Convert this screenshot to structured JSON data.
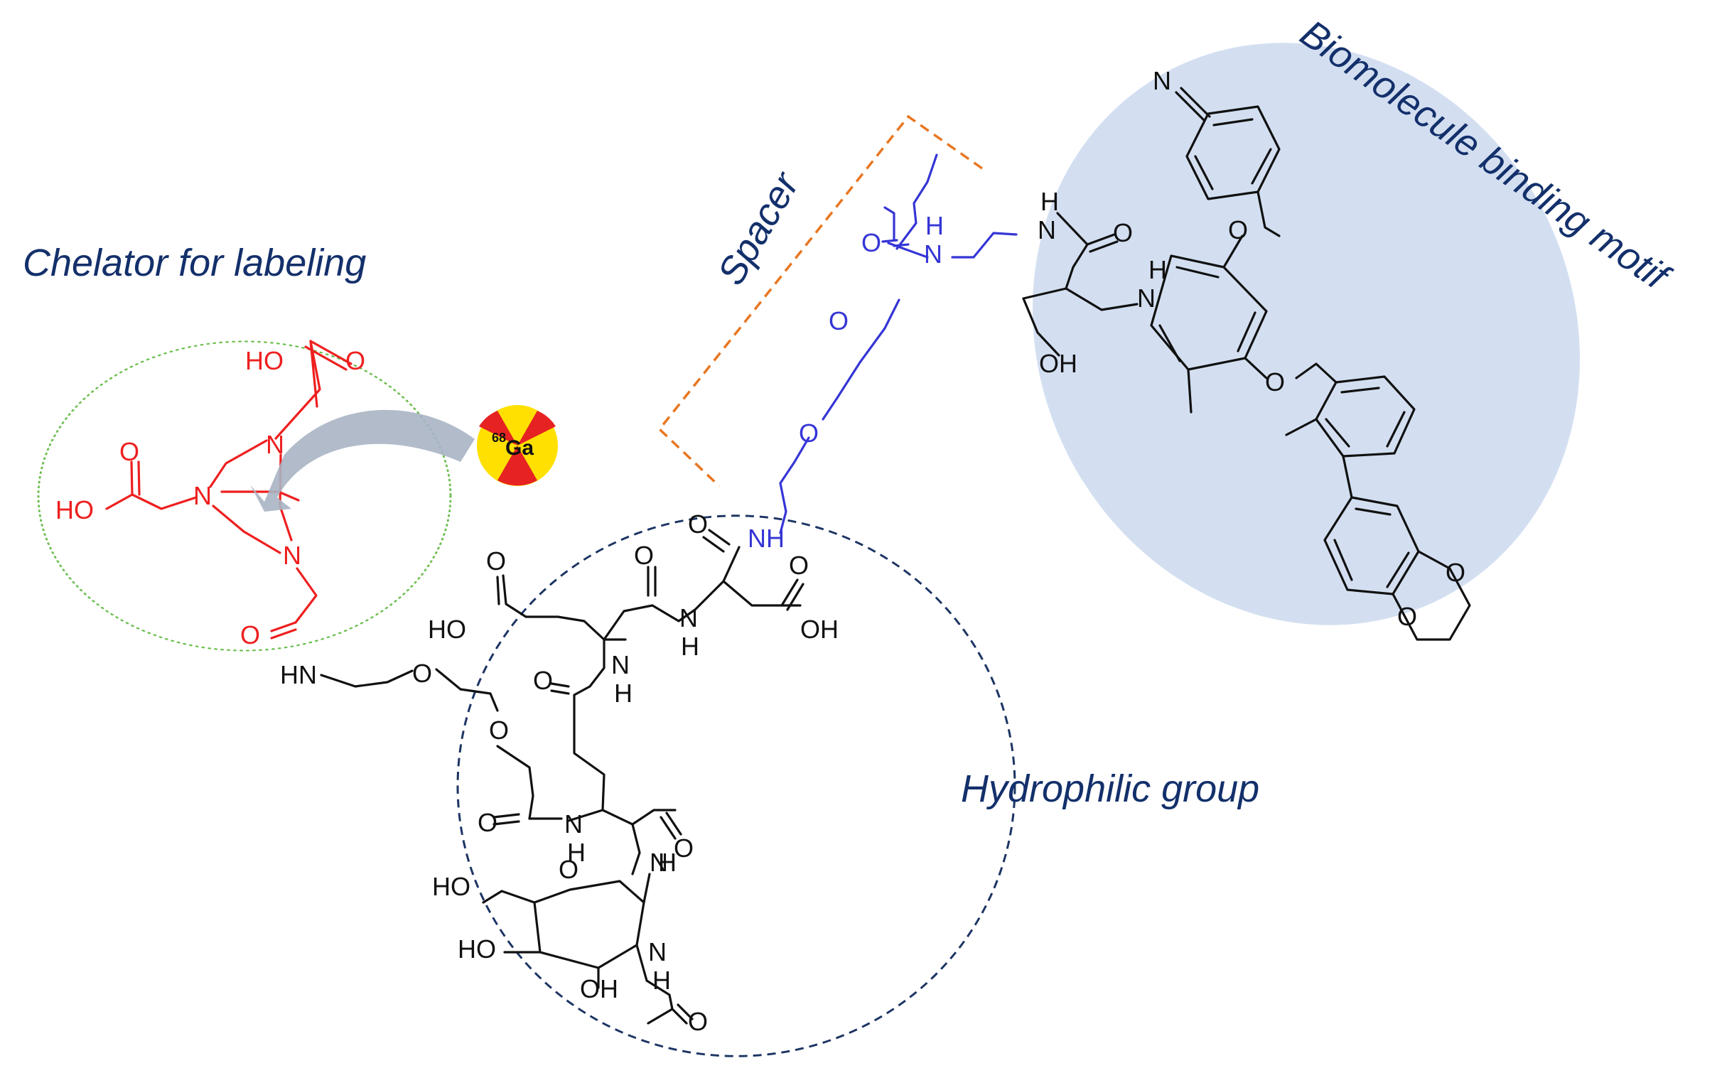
{
  "labels": {
    "chelator": "Chelator for labeling",
    "spacer": "Spacer",
    "hydrophilic": "Hydrophilic group",
    "binding": "Biomolecule binding motif"
  },
  "isotope": {
    "mass": "68",
    "symbol": "Ga"
  },
  "colors": {
    "label": "#13306b",
    "chelator": "#ee1f1f",
    "spacer": "#3535d6",
    "structure": "#111111",
    "chelatorCircle": "#6cbf4f",
    "hydrophilicCircle": "#1c3463",
    "spacerBracket": "#e87722",
    "bindingEllipse": "#d3dff1",
    "radiationYellow": "#ffe000",
    "radiationRed": "#e62222",
    "arrow": "#a9b4c4"
  },
  "atoms": {
    "chelator": [
      "HO",
      "O",
      "N",
      "O",
      "HO",
      "N",
      "N",
      "O"
    ],
    "spacer": [
      "H",
      "N",
      "O",
      "O",
      "O",
      "NH"
    ],
    "hydrophilic": [
      "HN",
      "O",
      "O",
      "O",
      "O",
      "HO",
      "O",
      "N",
      "H",
      "O",
      "OH",
      "O",
      "N",
      "H",
      "O",
      "N",
      "H",
      "O",
      "HO",
      "O",
      "N",
      "H",
      "HO",
      "OH",
      "N",
      "H",
      "O"
    ],
    "binding": [
      "N",
      "H",
      "N",
      "O",
      "H",
      "N",
      "OH",
      "O",
      "O",
      "O",
      "O"
    ]
  }
}
